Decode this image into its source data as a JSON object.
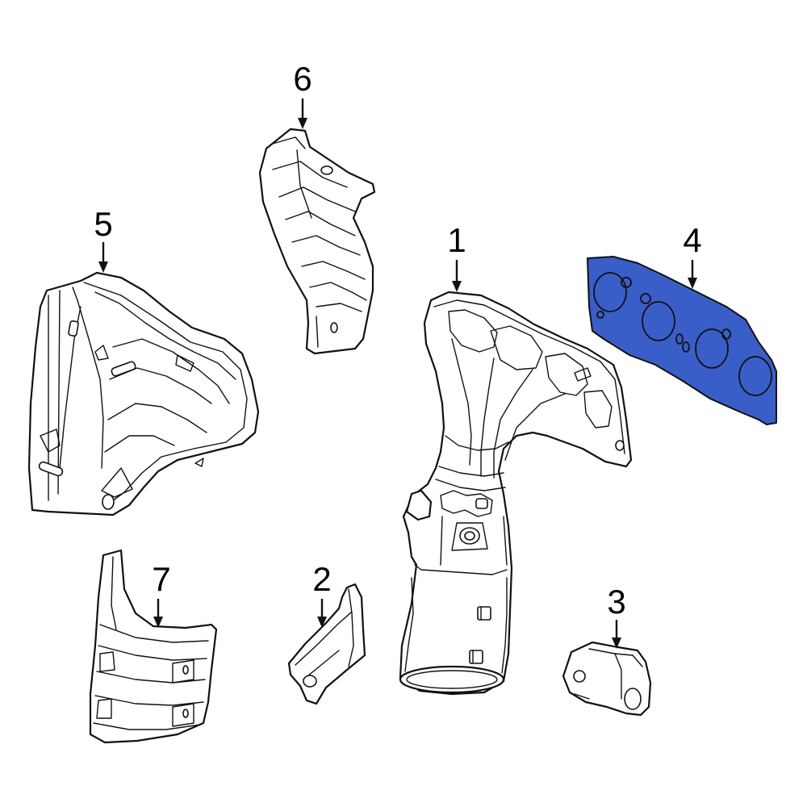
{
  "callouts": {
    "c1": "1",
    "c2": "2",
    "c3": "3",
    "c4": "4",
    "c5": "5",
    "c6": "6",
    "c7": "7"
  },
  "colors": {
    "gasket_fill": "#3A5EC8",
    "line": "#111111",
    "background": "#ffffff"
  }
}
